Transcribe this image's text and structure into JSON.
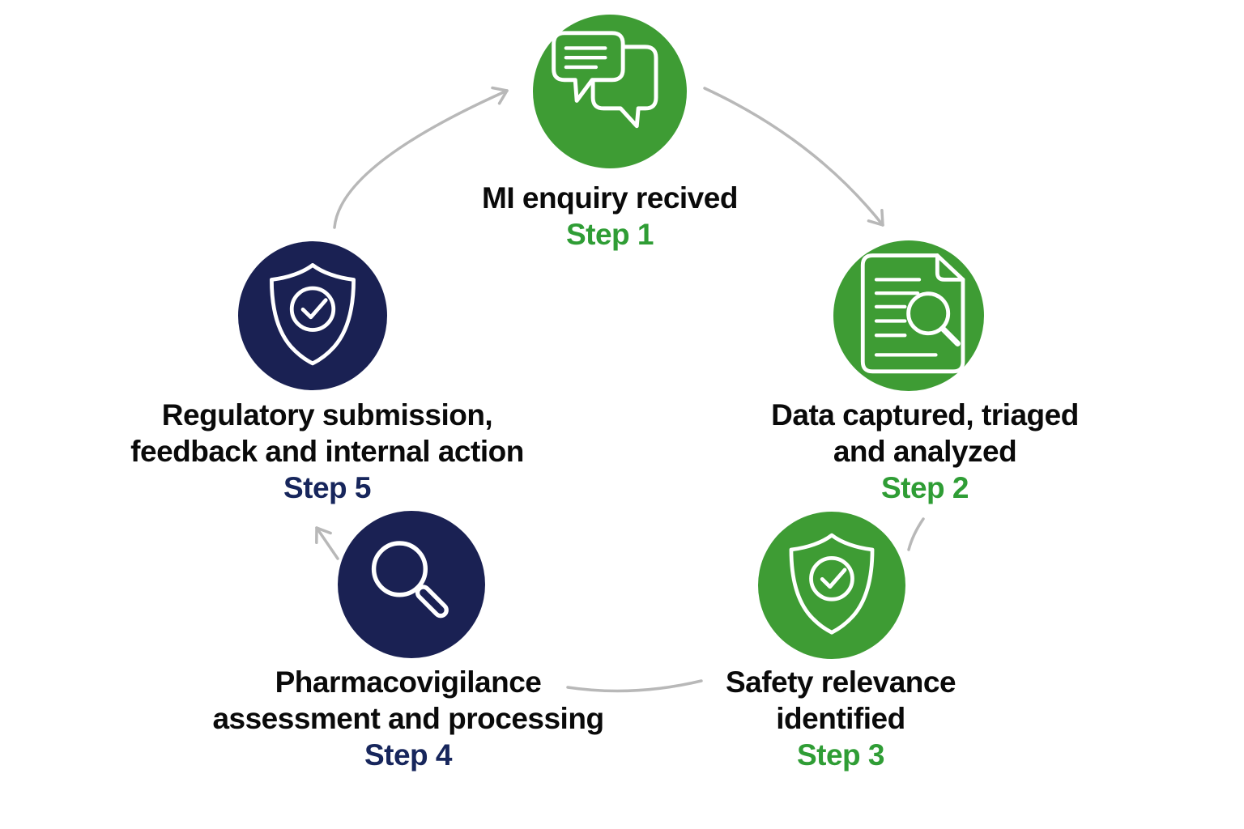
{
  "colors": {
    "circle_green": "#3e9c34",
    "circle_navy": "#1a2153",
    "step_green": "#2f9d35",
    "step_navy": "#17265c",
    "title_text": "#0a0a0a",
    "arrow": "#b8b8b8",
    "icon_stroke": "#ffffff",
    "background": "#ffffff"
  },
  "diagram": {
    "type": "circular-process",
    "step_count": 5
  },
  "steps": [
    {
      "id": 1,
      "lines": [
        "MI enquiry recived"
      ],
      "step_label": "Step 1",
      "icon": "chat-bubbles",
      "color": "green"
    },
    {
      "id": 2,
      "lines": [
        "Data captured, triaged",
        "and analyzed"
      ],
      "step_label": "Step 2",
      "icon": "document-search",
      "color": "green"
    },
    {
      "id": 3,
      "lines": [
        "Safety relevance",
        "identified"
      ],
      "step_label": "Step 3",
      "icon": "shield-check",
      "color": "green"
    },
    {
      "id": 4,
      "lines": [
        "Pharmacovigilance",
        "assessment and processing"
      ],
      "step_label": "Step 4",
      "icon": "magnifier",
      "color": "navy"
    },
    {
      "id": 5,
      "lines": [
        "Regulatory submission,",
        "feedback and internal action"
      ],
      "step_label": "Step 5",
      "icon": "shield-check",
      "color": "navy"
    }
  ]
}
